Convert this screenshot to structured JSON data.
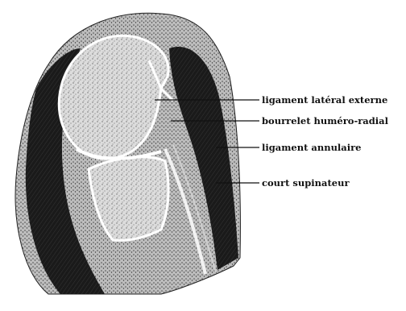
{
  "labels": [
    "ligament latéral externe",
    "bourrelet huméro-radial",
    "ligament annulaire",
    "court supinateur"
  ],
  "colors": {
    "ink": "#111111",
    "paper": "#ffffff",
    "bone": "#d9d9d9",
    "dark_tissue": "#1c1c1c"
  }
}
